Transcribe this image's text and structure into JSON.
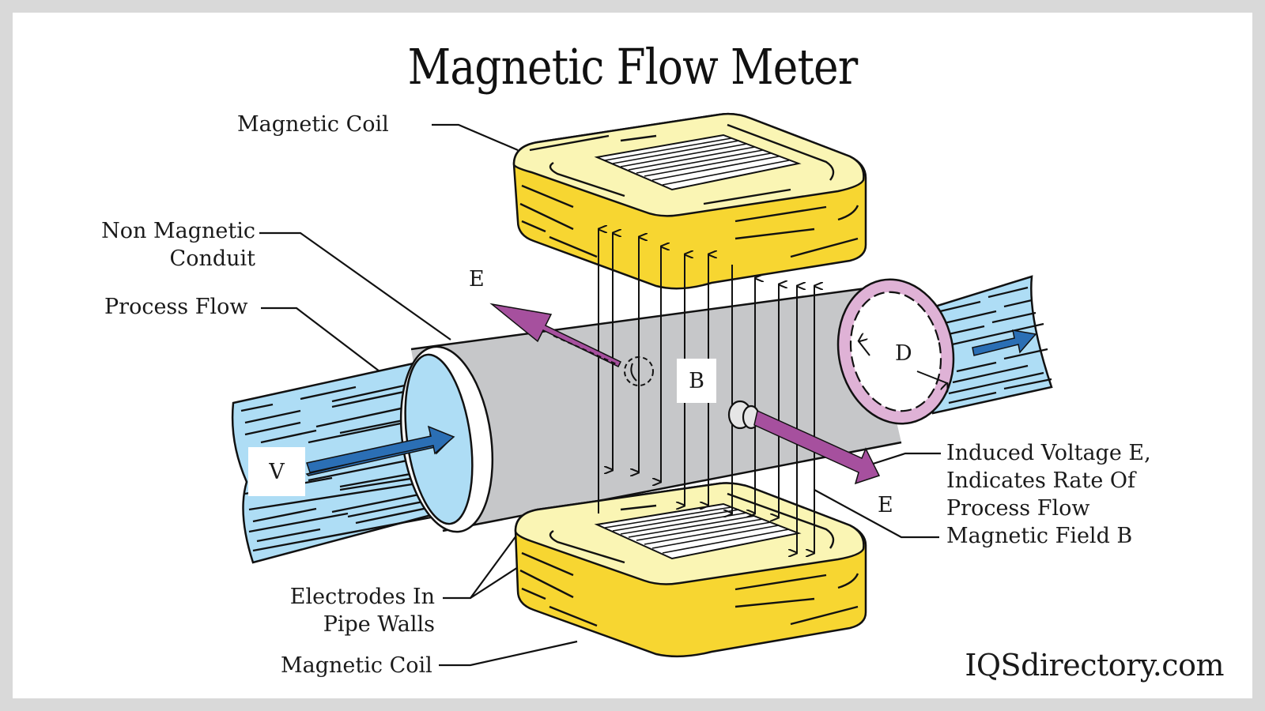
{
  "title": "Magnetic Flow Meter",
  "labels": {
    "magnetic_coil_top": "Magnetic Coil",
    "non_magnetic_conduit_line1": "Non Magnetic",
    "non_magnetic_conduit_line2": "Conduit",
    "process_flow": "Process Flow",
    "induced_voltage_line1": "Induced Voltage E,",
    "induced_voltage_line2": "Indicates Rate Of",
    "induced_voltage_line3": "Process Flow",
    "magnetic_field": "Magnetic Field B",
    "electrodes_line1": "Electrodes In",
    "electrodes_line2": "Pipe Walls",
    "magnetic_coil_bottom": "Magnetic Coil"
  },
  "symbols": {
    "velocity": "V",
    "field": "B",
    "voltage_top": "E",
    "voltage_bottom": "E",
    "diameter": "D"
  },
  "brand": "IQSdirectory.com",
  "colors": {
    "coil_side": "#f7d631",
    "coil_top": "#faf5b4",
    "pipe_gray": "#c6c7c9",
    "fluid_blue": "#aeddf5",
    "flow_arrow": "#2b6fb5",
    "voltage_arrow": "#a6509e",
    "ring_pink": "#dfb2d6",
    "frame": "#d9d9d9"
  }
}
